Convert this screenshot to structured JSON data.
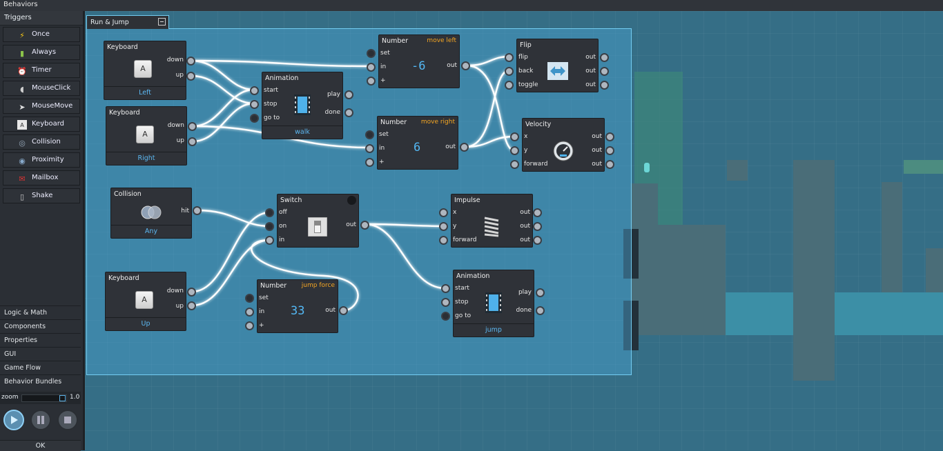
{
  "menu_title": "Behaviors",
  "triggers_header": "Triggers",
  "triggers": [
    {
      "label": "Once",
      "icon": "lightning-icon"
    },
    {
      "label": "Always",
      "icon": "battery-icon"
    },
    {
      "label": "Timer",
      "icon": "alarm-clock-icon"
    },
    {
      "label": "MouseClick",
      "icon": "mouse-icon"
    },
    {
      "label": "MouseMove",
      "icon": "cursor-icon"
    },
    {
      "label": "Keyboard",
      "icon": "key-icon"
    },
    {
      "label": "Collision",
      "icon": "collision-icon"
    },
    {
      "label": "Proximity",
      "icon": "proximity-icon"
    },
    {
      "label": "Mailbox",
      "icon": "mailbox-icon"
    },
    {
      "label": "Shake",
      "icon": "phone-icon"
    }
  ],
  "categories": [
    "Logic & Math",
    "Components",
    "Properties",
    "GUI",
    "Game Flow",
    "Behavior Bundles"
  ],
  "zoom": {
    "label": "zoom",
    "value": "1.0"
  },
  "ok_label": "OK",
  "graph": {
    "title": "Run & Jump"
  },
  "nodes": {
    "kb_left": {
      "title": "Keyboard",
      "key": "A",
      "down": "down",
      "up": "up",
      "footer": "Left"
    },
    "kb_right": {
      "title": "Keyboard",
      "key": "A",
      "down": "down",
      "up": "up",
      "footer": "Right"
    },
    "anim_walk": {
      "title": "Animation",
      "start": "start",
      "stop": "stop",
      "goto": "go to",
      "play": "play",
      "done": "done",
      "footer": "walk"
    },
    "num_left": {
      "title": "Number",
      "tag": "move left",
      "set": "set",
      "in": "in",
      "plus": "+",
      "value": "-6",
      "out": "out"
    },
    "num_right": {
      "title": "Number",
      "tag": "move right",
      "set": "set",
      "in": "in",
      "plus": "+",
      "value": "6",
      "out": "out"
    },
    "flip": {
      "title": "Flip",
      "flip": "flip",
      "back": "back",
      "toggle": "toggle",
      "out": "out"
    },
    "velocity": {
      "title": "Velocity",
      "x": "x",
      "y": "y",
      "forward": "forward",
      "out": "out"
    },
    "collision": {
      "title": "Collision",
      "hit": "hit",
      "footer": "Any"
    },
    "switch": {
      "title": "Switch",
      "off": "off",
      "on": "on",
      "in": "in",
      "out": "out"
    },
    "impulse": {
      "title": "Impulse",
      "x": "x",
      "y": "y",
      "forward": "forward",
      "out": "out"
    },
    "kb_up": {
      "title": "Keyboard",
      "key": "A",
      "down": "down",
      "up": "up",
      "footer": "Up"
    },
    "num_jump": {
      "title": "Number",
      "tag": "jump force",
      "set": "set",
      "in": "in",
      "plus": "+",
      "value": "33",
      "out": "out"
    },
    "anim_jump": {
      "title": "Animation",
      "start": "start",
      "stop": "stop",
      "goto": "go to",
      "play": "play",
      "done": "done",
      "footer": "jump"
    }
  },
  "colors": {
    "wire": "#ffffff",
    "wire_glow": "#6fd3ff",
    "accent": "#5cb8f2",
    "tag": "#f5a623",
    "panel": "#2b2f35"
  }
}
